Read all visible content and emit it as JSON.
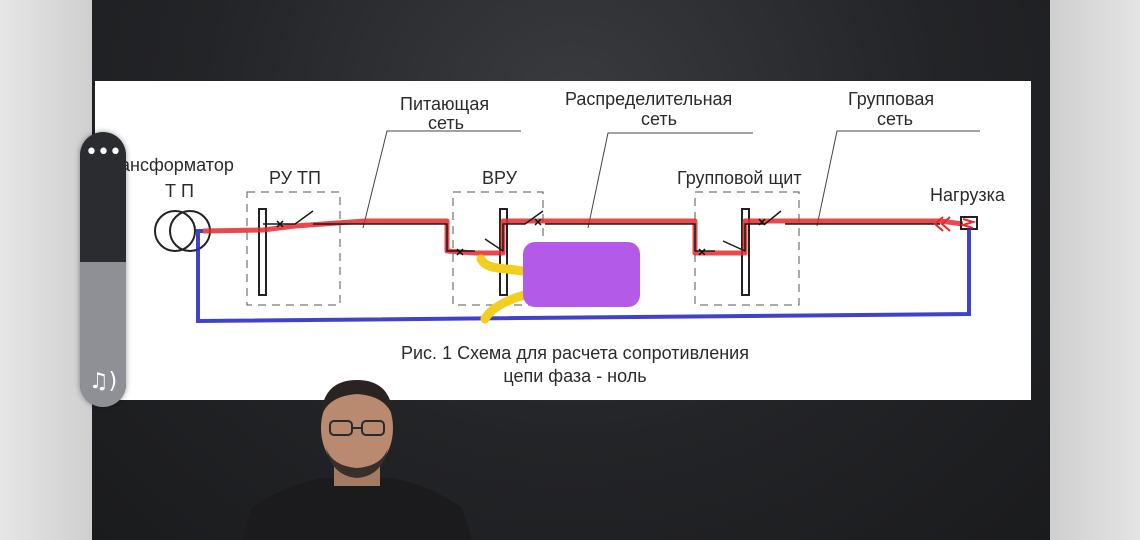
{
  "diagram": {
    "labels": {
      "transformer": "ансформатор",
      "transformer_sub": "Т П",
      "ru_tp": "РУ ТП",
      "vru": "ВРУ",
      "group_panel": "Групповой щит",
      "load": "Нагрузка",
      "feeder_line1": "Питающая",
      "feeder_line2": "сеть",
      "distribution_line1": "Распределительная",
      "distribution_line2": "сеть",
      "group_line1": "Групповая",
      "group_line2": "сеть"
    },
    "caption_line1": "Рис. 1   Схема для расчета сопротивления",
    "caption_line2": "цепи фаза - ноль"
  },
  "controls": {
    "more_icon": "more-horizontal-icon",
    "more_glyph": "•••",
    "audio_icon": "audio-note-icon",
    "audio_glyph": "♫)"
  },
  "colors": {
    "phase_line": "#e8282c",
    "neutral_line": "#2b2fc4",
    "highlight": "#f2cf1f",
    "redaction": "#b45ae8"
  }
}
